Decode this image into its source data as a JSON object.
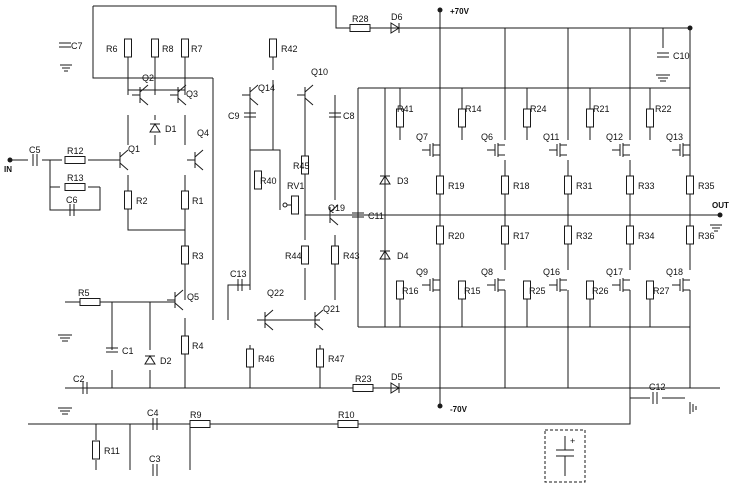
{
  "rails": {
    "positive": "+70V",
    "negative": "-70V"
  },
  "io": {
    "input": "IN",
    "output": "OUT"
  },
  "components": [
    {
      "ref": "R6",
      "kind": "resistor"
    },
    {
      "ref": "R8",
      "kind": "resistor"
    },
    {
      "ref": "R7",
      "kind": "resistor"
    },
    {
      "ref": "R42",
      "kind": "resistor"
    },
    {
      "ref": "R28",
      "kind": "resistor"
    },
    {
      "ref": "R12",
      "kind": "resistor"
    },
    {
      "ref": "R13",
      "kind": "resistor"
    },
    {
      "ref": "R2",
      "kind": "resistor"
    },
    {
      "ref": "R1",
      "kind": "resistor"
    },
    {
      "ref": "R3",
      "kind": "resistor"
    },
    {
      "ref": "R4",
      "kind": "resistor"
    },
    {
      "ref": "R5",
      "kind": "resistor"
    },
    {
      "ref": "R45",
      "kind": "resistor"
    },
    {
      "ref": "R40",
      "kind": "resistor"
    },
    {
      "ref": "R44",
      "kind": "resistor"
    },
    {
      "ref": "R43",
      "kind": "resistor"
    },
    {
      "ref": "R46",
      "kind": "resistor"
    },
    {
      "ref": "R47",
      "kind": "resistor"
    },
    {
      "ref": "R41",
      "kind": "resistor"
    },
    {
      "ref": "R14",
      "kind": "resistor"
    },
    {
      "ref": "R24",
      "kind": "resistor"
    },
    {
      "ref": "R21",
      "kind": "resistor"
    },
    {
      "ref": "R22",
      "kind": "resistor"
    },
    {
      "ref": "R19",
      "kind": "resistor"
    },
    {
      "ref": "R18",
      "kind": "resistor"
    },
    {
      "ref": "R31",
      "kind": "resistor"
    },
    {
      "ref": "R33",
      "kind": "resistor"
    },
    {
      "ref": "R35",
      "kind": "resistor"
    },
    {
      "ref": "R20",
      "kind": "resistor"
    },
    {
      "ref": "R17",
      "kind": "resistor"
    },
    {
      "ref": "R32",
      "kind": "resistor"
    },
    {
      "ref": "R34",
      "kind": "resistor"
    },
    {
      "ref": "R36",
      "kind": "resistor"
    },
    {
      "ref": "R16",
      "kind": "resistor"
    },
    {
      "ref": "R15",
      "kind": "resistor"
    },
    {
      "ref": "R25",
      "kind": "resistor"
    },
    {
      "ref": "R26",
      "kind": "resistor"
    },
    {
      "ref": "R27",
      "kind": "resistor"
    },
    {
      "ref": "R23",
      "kind": "resistor"
    },
    {
      "ref": "R9",
      "kind": "resistor"
    },
    {
      "ref": "R10",
      "kind": "resistor"
    },
    {
      "ref": "R11",
      "kind": "resistor"
    },
    {
      "ref": "RV1",
      "kind": "trimmer"
    },
    {
      "ref": "C7",
      "kind": "capacitor"
    },
    {
      "ref": "C5",
      "kind": "capacitor"
    },
    {
      "ref": "C6",
      "kind": "capacitor"
    },
    {
      "ref": "C3",
      "kind": "capacitor"
    },
    {
      "ref": "C9",
      "kind": "capacitor"
    },
    {
      "ref": "C8",
      "kind": "capacitor"
    },
    {
      "ref": "C11",
      "kind": "capacitor"
    },
    {
      "ref": "C13",
      "kind": "capacitor"
    },
    {
      "ref": "C1",
      "kind": "capacitor"
    },
    {
      "ref": "C2",
      "kind": "capacitor"
    },
    {
      "ref": "C4",
      "kind": "capacitor"
    },
    {
      "ref": "C12",
      "kind": "capacitor"
    },
    {
      "ref": "C10",
      "kind": "capacitor"
    },
    {
      "ref": "D6",
      "kind": "diode"
    },
    {
      "ref": "D1",
      "kind": "diode"
    },
    {
      "ref": "D2",
      "kind": "diode"
    },
    {
      "ref": "D3",
      "kind": "diode"
    },
    {
      "ref": "D4",
      "kind": "diode"
    },
    {
      "ref": "D5",
      "kind": "diode"
    },
    {
      "ref": "Q1",
      "kind": "transistor"
    },
    {
      "ref": "Q2",
      "kind": "transistor"
    },
    {
      "ref": "Q3",
      "kind": "transistor"
    },
    {
      "ref": "Q4",
      "kind": "transistor"
    },
    {
      "ref": "Q5",
      "kind": "transistor"
    },
    {
      "ref": "Q14",
      "kind": "transistor"
    },
    {
      "ref": "Q10",
      "kind": "transistor"
    },
    {
      "ref": "Q19",
      "kind": "transistor"
    },
    {
      "ref": "Q22",
      "kind": "transistor"
    },
    {
      "ref": "Q21",
      "kind": "transistor"
    },
    {
      "ref": "Q7",
      "kind": "mosfet"
    },
    {
      "ref": "Q6",
      "kind": "mosfet"
    },
    {
      "ref": "Q11",
      "kind": "mosfet"
    },
    {
      "ref": "Q12",
      "kind": "mosfet"
    },
    {
      "ref": "Q13",
      "kind": "mosfet"
    },
    {
      "ref": "Q9",
      "kind": "mosfet"
    },
    {
      "ref": "Q8",
      "kind": "mosfet"
    },
    {
      "ref": "Q16",
      "kind": "mosfet"
    },
    {
      "ref": "Q17",
      "kind": "mosfet"
    },
    {
      "ref": "Q18",
      "kind": "mosfet"
    }
  ]
}
